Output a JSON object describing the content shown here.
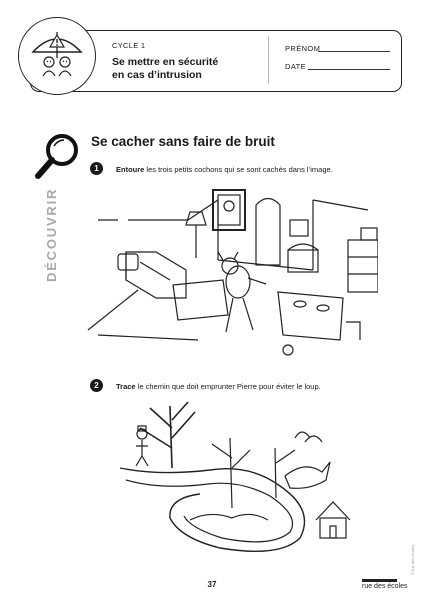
{
  "header": {
    "cycle": "CYCLE 1",
    "title_line1": "Se mettre en sécurité",
    "title_line2": "en cas d’intrusion",
    "prenom_label": "PRÉNOM",
    "date_label": "DATE"
  },
  "sidebar": {
    "tab_label": "DÉCOUVRIR"
  },
  "section": {
    "title": "Se cacher sans faire de bruit"
  },
  "exercises": [
    {
      "number": "1",
      "verb": "Entoure",
      "text": " les trois petits cochons qui se sont cachés dans l’image."
    },
    {
      "number": "2",
      "verb": "Trace",
      "text": " le chemin que doit emprunter Pierre pour éviter le loup."
    }
  ],
  "footer": {
    "page_number": "37",
    "publisher": "rue des écoles",
    "copyright": "© rue des écoles"
  },
  "icons": [
    "warning-triangle-icon",
    "children-umbrella-icon",
    "magnifier-icon"
  ]
}
